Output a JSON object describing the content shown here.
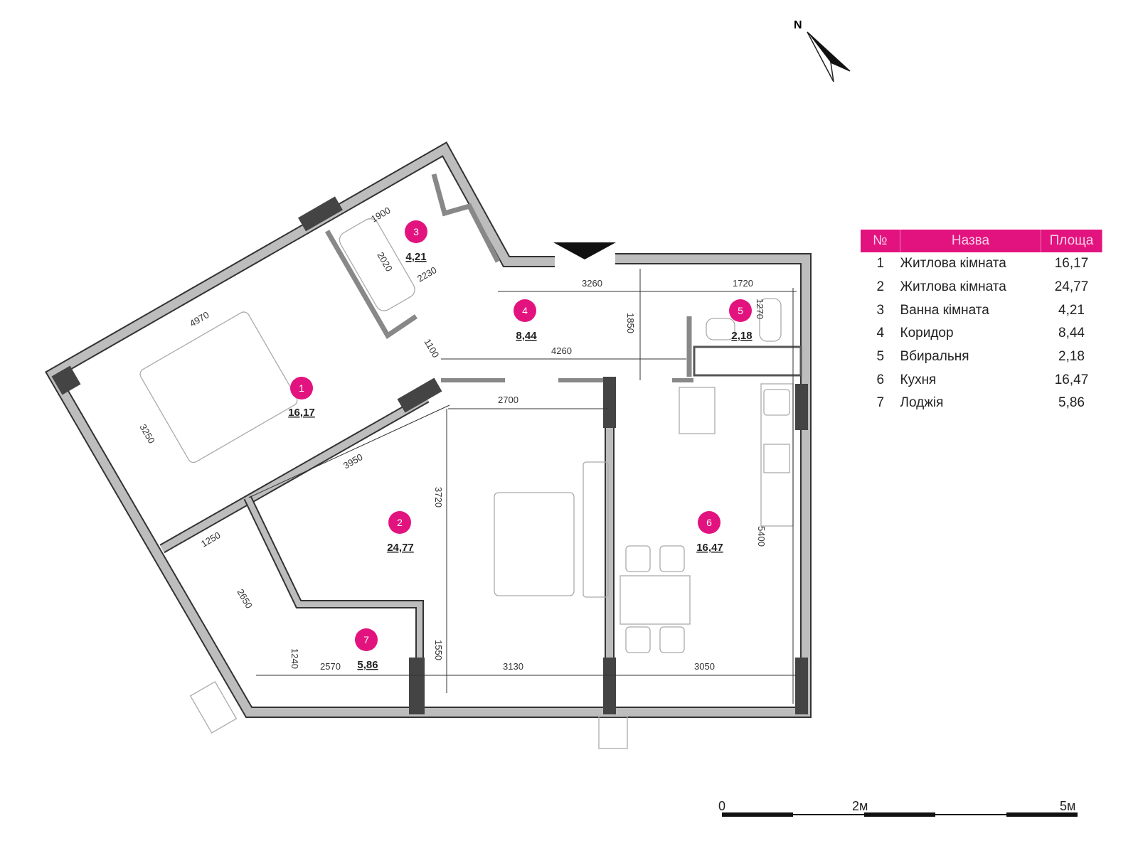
{
  "compass": {
    "label": "N"
  },
  "rooms": [
    {
      "num": "1",
      "area": "16,17"
    },
    {
      "num": "2",
      "area": "24,77"
    },
    {
      "num": "3",
      "area": "4,21"
    },
    {
      "num": "4",
      "area": "8,44"
    },
    {
      "num": "5",
      "area": "2,18"
    },
    {
      "num": "6",
      "area": "16,47"
    },
    {
      "num": "7",
      "area": "5,86"
    }
  ],
  "dimensions": {
    "d4970": "4970",
    "d1900": "1900",
    "d2020": "2020",
    "d2230": "2230",
    "d1100": "1100",
    "d3260": "3260",
    "d1720": "1720",
    "d1270": "1270",
    "d1850": "1850",
    "d4260": "4260",
    "d2700": "2700",
    "d3250": "3250",
    "d3950": "3950",
    "d3720": "3720",
    "d1250": "1250",
    "d2650": "2650",
    "d1240": "1240",
    "d2570": "2570",
    "d1550": "1550",
    "d3130": "3130",
    "d3050": "3050",
    "d5400": "5400"
  },
  "legend": {
    "headers": [
      "№",
      "Назва",
      "Площа"
    ],
    "rows": [
      [
        "1",
        "Житлова кімната",
        "16,17"
      ],
      [
        "2",
        "Житлова кімната",
        "24,77"
      ],
      [
        "3",
        "Ванна кімната",
        "4,21"
      ],
      [
        "4",
        "Коридор",
        "8,44"
      ],
      [
        "5",
        "Вбиральня",
        "2,18"
      ],
      [
        "6",
        "Кухня",
        "16,47"
      ],
      [
        "7",
        "Лоджія",
        "5,86"
      ]
    ]
  },
  "scale": {
    "labels": [
      "0",
      "2м",
      "5м"
    ]
  },
  "colors": {
    "accent": "#e2137e",
    "wall": "#b5b5b5",
    "wall_dark": "#555555"
  }
}
